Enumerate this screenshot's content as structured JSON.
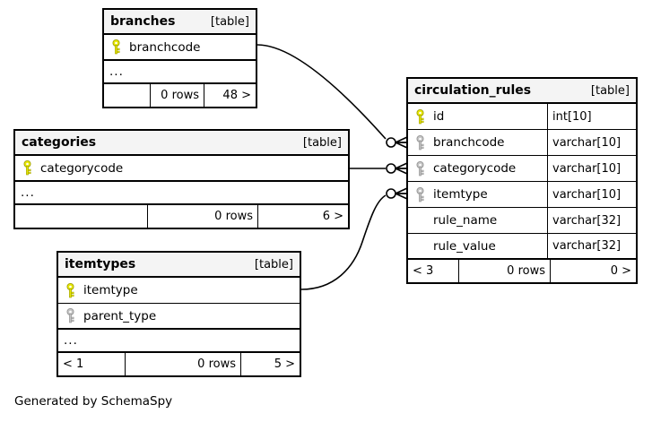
{
  "diagram": {
    "type": "entity-relationship-diagram",
    "caption": "Generated by SchemaSpy",
    "kind_label": "[table]",
    "rows_label": "0 rows",
    "colors": {
      "primary_key": "#e8e800",
      "foreign_key": "#b8b8b8",
      "header_background": "#f4f4f4",
      "border": "#000000",
      "background": "#ffffff"
    }
  },
  "tables": {
    "branches": {
      "name": "branches",
      "kind": "[table]",
      "columns": [
        {
          "name": "branchcode",
          "key": "primary",
          "type": ""
        }
      ],
      "more_indicator": "...",
      "footer": {
        "left": "",
        "middle": "0 rows",
        "right": "48 >"
      }
    },
    "categories": {
      "name": "categories",
      "kind": "[table]",
      "columns": [
        {
          "name": "categorycode",
          "key": "primary",
          "type": ""
        }
      ],
      "more_indicator": "...",
      "footer": {
        "left": "",
        "middle": "0 rows",
        "right": "6 >"
      }
    },
    "itemtypes": {
      "name": "itemtypes",
      "kind": "[table]",
      "columns": [
        {
          "name": "itemtype",
          "key": "primary",
          "type": ""
        },
        {
          "name": "parent_type",
          "key": "foreign",
          "type": ""
        }
      ],
      "more_indicator": "...",
      "footer": {
        "left": "< 1",
        "middle": "0 rows",
        "right": "5 >"
      }
    },
    "circulation_rules": {
      "name": "circulation_rules",
      "kind": "[table]",
      "columns": [
        {
          "name": "id",
          "key": "primary",
          "type": "int[10]"
        },
        {
          "name": "branchcode",
          "key": "foreign",
          "type": "varchar[10]"
        },
        {
          "name": "categorycode",
          "key": "foreign",
          "type": "varchar[10]"
        },
        {
          "name": "itemtype",
          "key": "foreign",
          "type": "varchar[10]"
        },
        {
          "name": "rule_name",
          "key": "none",
          "type": "varchar[32]"
        },
        {
          "name": "rule_value",
          "key": "none",
          "type": "varchar[32]"
        }
      ],
      "footer": {
        "left": "< 3",
        "middle": "0 rows",
        "right": "0 >"
      }
    }
  },
  "relationships": [
    {
      "from_table": "branches",
      "from_column": "branchcode",
      "to_table": "circulation_rules",
      "to_column": "branchcode",
      "cardinality": "zero-or-many"
    },
    {
      "from_table": "categories",
      "from_column": "categorycode",
      "to_table": "circulation_rules",
      "to_column": "categorycode",
      "cardinality": "zero-or-many"
    },
    {
      "from_table": "itemtypes",
      "from_column": "itemtype",
      "to_table": "circulation_rules",
      "to_column": "itemtype",
      "cardinality": "zero-or-many"
    }
  ]
}
